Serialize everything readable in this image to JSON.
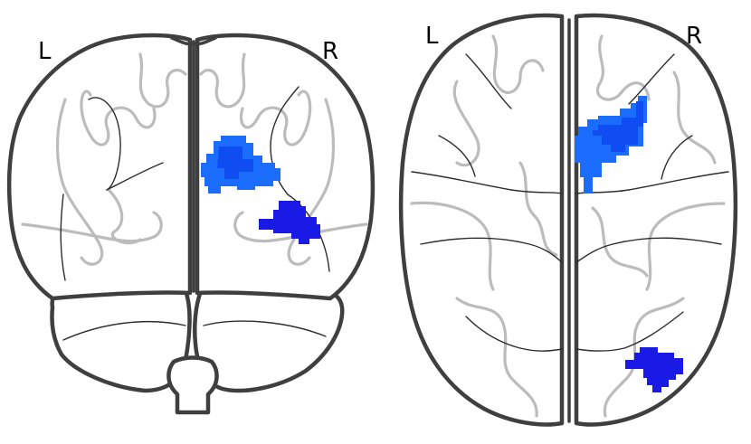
{
  "views": [
    {
      "name": "coronal",
      "left_label": "L",
      "right_label": "R"
    },
    {
      "name": "axial",
      "left_label": "L",
      "right_label": "R"
    }
  ],
  "colors": {
    "outline": "#3f3f3f",
    "gyrus": "#bcbcbc",
    "cluster_light": "#1a6dff",
    "cluster_mid": "#0f4cf2",
    "cluster_dark": "#1a1ae6"
  }
}
